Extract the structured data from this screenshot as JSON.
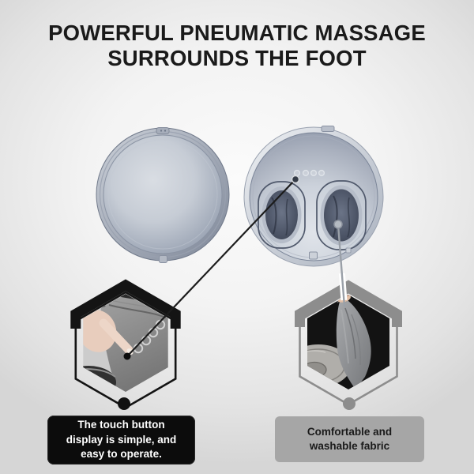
{
  "title": {
    "line1": "POWERFUL PNEUMATIC MASSAGE",
    "line2": "SURROUNDS THE FOOT"
  },
  "illustrations": {
    "left_product": "foot-massager-closed-lid-top-view",
    "right_product": "foot-massager-open-with-two-foot-wells-and-touch-buttons",
    "left_detail_photo": "finger-pressing-touch-buttons",
    "right_detail_photo": "hand-pulling-out-washable-fabric-liner"
  },
  "callouts": [
    {
      "id": "touch-buttons",
      "lines": [
        "The touch button",
        "display is simple, and",
        "easy to operate."
      ],
      "bg": "#0c0c0c",
      "text_color": "#ffffff"
    },
    {
      "id": "washable-fabric",
      "lines": [
        "Comfortable and",
        "washable fabric"
      ],
      "bg": "#a6a6a6",
      "text_color": "#1a1a1a"
    }
  ],
  "colors": {
    "background": "#f2f2f2",
    "title_text": "#1a1a1a",
    "hexagon_left_frame": "#141414",
    "hexagon_right_frame": "#8d8d8d",
    "connector_black": "#1c1c1c",
    "connector_gray": "#9aa0a8",
    "device_body": "#9aa3b3"
  }
}
